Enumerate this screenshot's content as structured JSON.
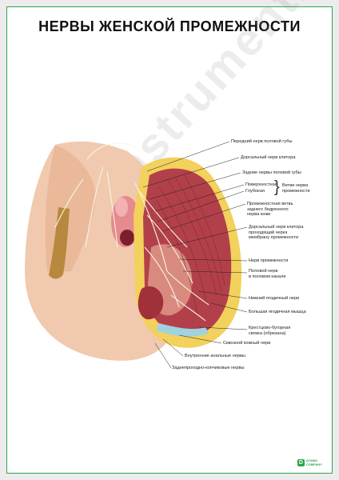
{
  "title": "НЕРВЫ ЖЕНСКОЙ ПРОМЕЖНОСТИ",
  "watermark": "medinstrument.ru",
  "labels": {
    "l1": "Передний нерв половой губы",
    "l2": "Дорсальный нерв клитора",
    "l3": "Задние нервы половой губы",
    "l4": "Поверхностная",
    "l5": "Глубокая",
    "l6": "Ветви нерва\nпромежности",
    "l7": "Промежностная ветвь\nзаднего бедренного\nнерва кожи",
    "l8": "Дорсальный нерв клитора\nпроходящий через\nмембрану промежности",
    "l9": "Нерв промежности",
    "l10": "Половой нерв\nв половом канале",
    "l11": "Нижний ягодичный нерв",
    "l12": "Большая ягодичная мышца",
    "l13": "Крестцово-бугорная\nсвязка (обрезана)",
    "l14": "Сквозной кожный нерв",
    "l15": "Внутренние анальные нервы",
    "l16": "Заднепроходно-копчиковые нервы"
  },
  "logo": {
    "mark": "D",
    "text": "АГАМА\nCOMPANY"
  },
  "colors": {
    "accent": "#2ea44f",
    "skin": "#f0c9ae",
    "muscle": "#b2404a",
    "fat": "#f2d15c",
    "nerve": "#f7f4e6"
  }
}
